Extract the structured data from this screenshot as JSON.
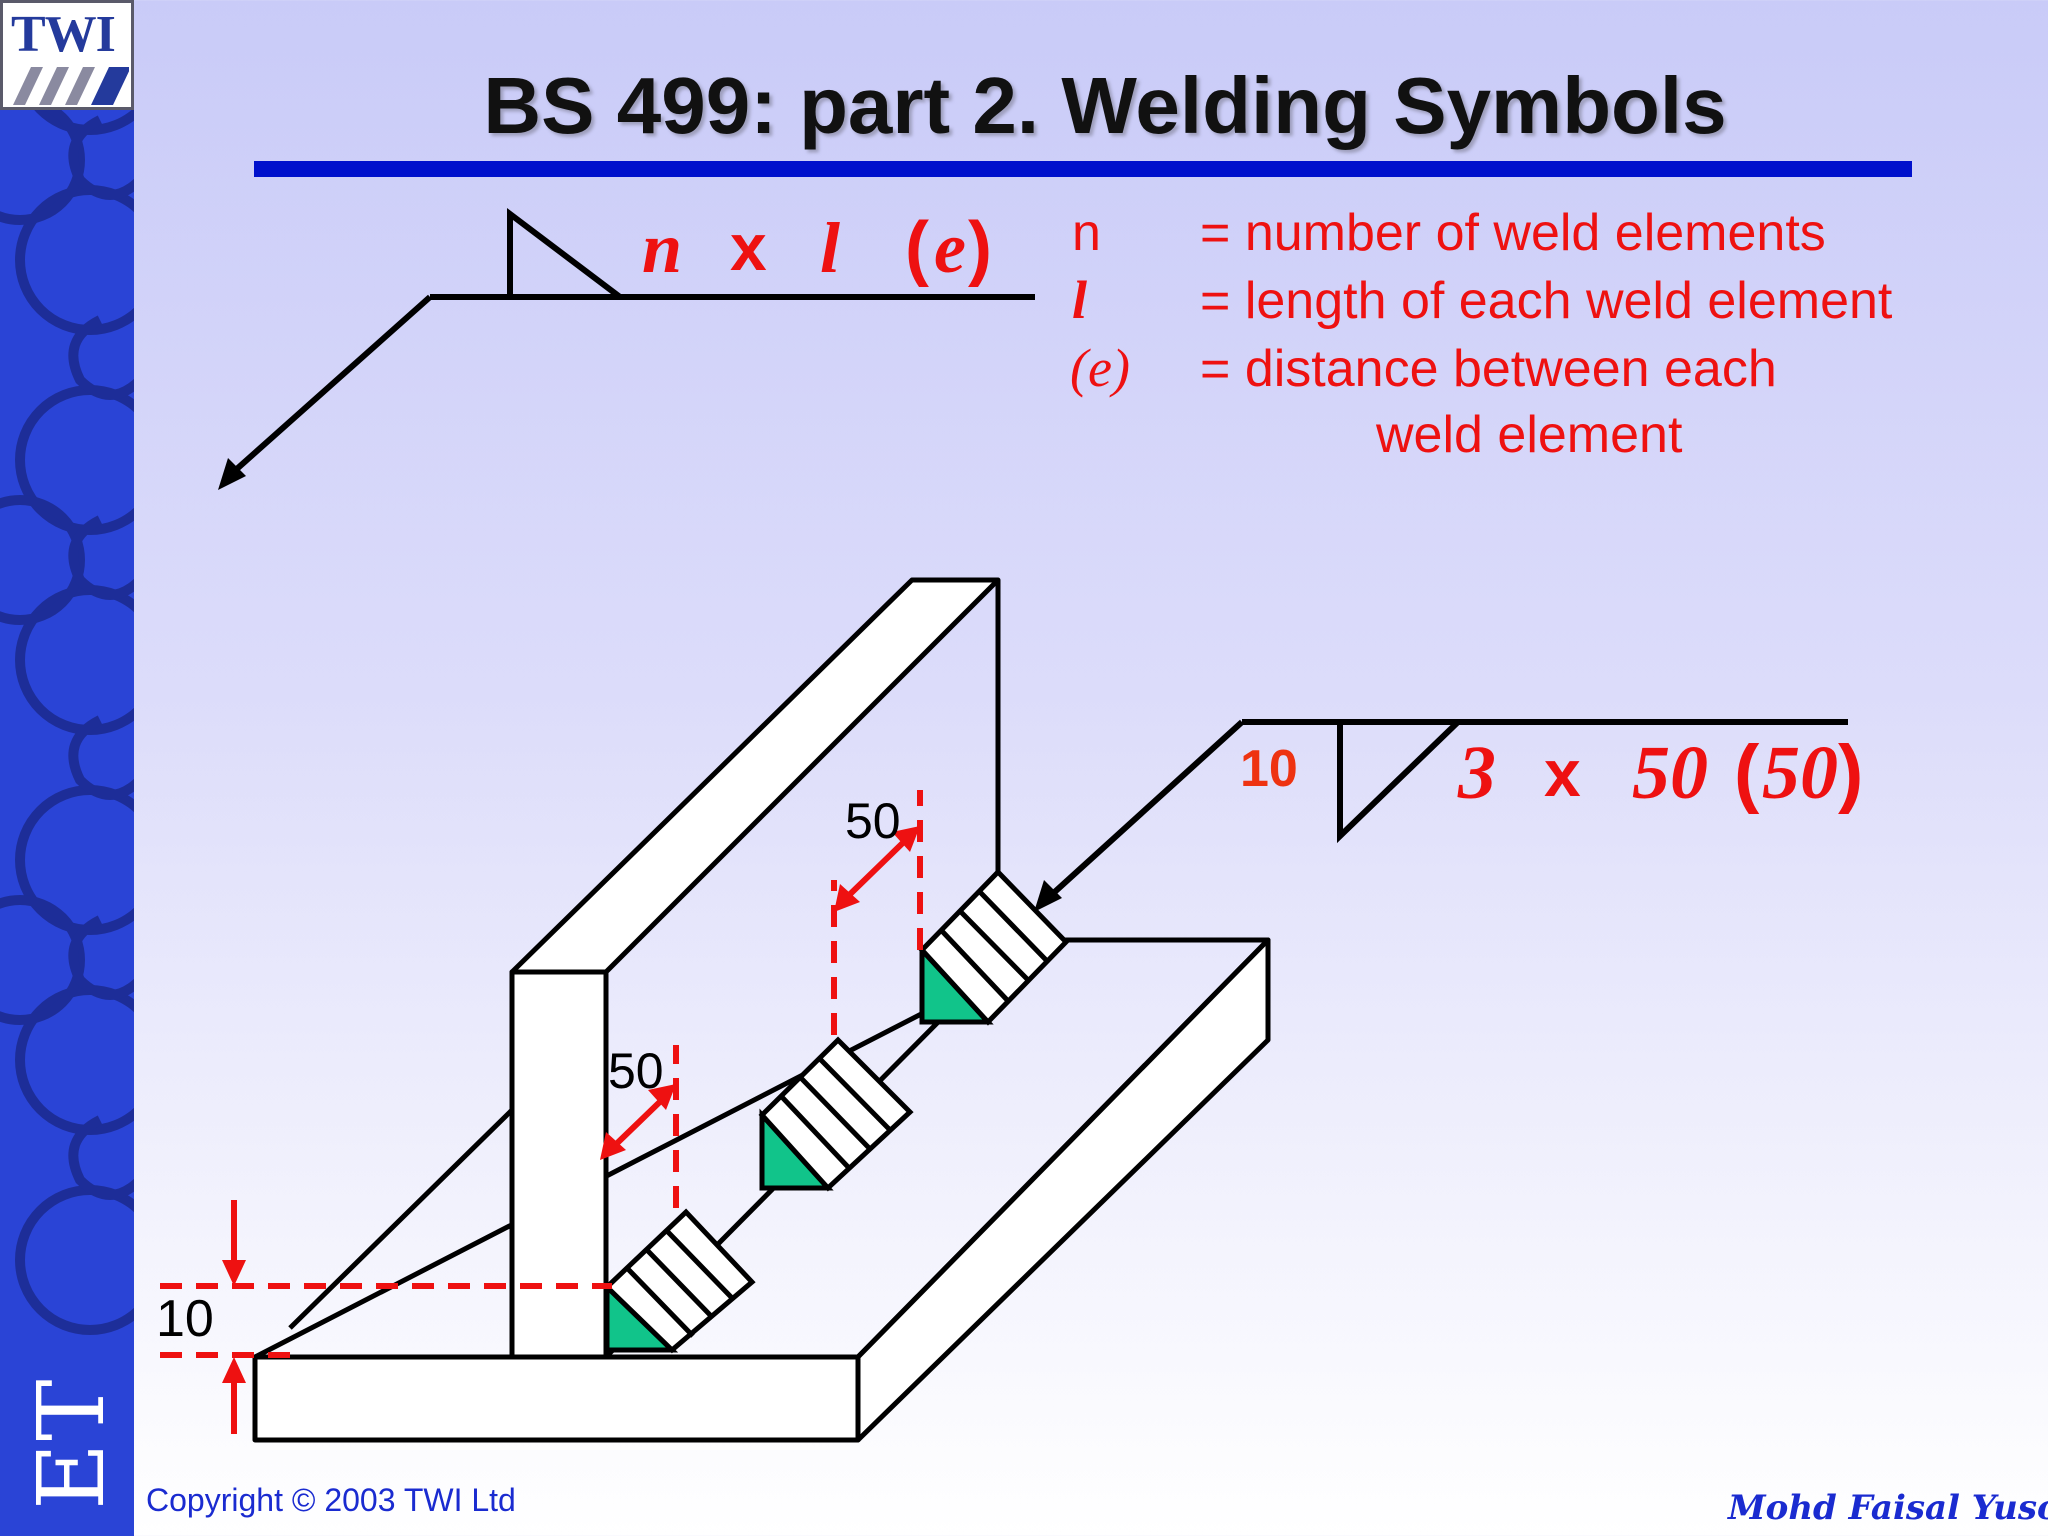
{
  "logo": {
    "text": "TWI"
  },
  "band": {
    "letters": "ET"
  },
  "title": "BS 499: part 2.  Welding Symbols",
  "formula": {
    "n": "n",
    "x": "x",
    "l": "l",
    "e_open": "(",
    "e": "e",
    "e_close": ")"
  },
  "legend": [
    {
      "symbol": "n",
      "definition": "= number of weld elements"
    },
    {
      "symbol": "l",
      "definition": "= length of each weld element"
    },
    {
      "symbol": "(e)",
      "definition": "= distance between each"
    }
  ],
  "legend_continuation": "weld element",
  "example_symbol": {
    "size": "10",
    "count": "3",
    "x": "x",
    "length": "50",
    "gap_open": "(",
    "gap": "50",
    "gap_close": ")"
  },
  "dimensions": {
    "length_label": "50",
    "gap_label": "50",
    "leg_label": "10"
  },
  "colors": {
    "accent_red": "#ee1111",
    "weld_green": "#11c48a",
    "rule_blue": "#0010cc",
    "band_blue": "#2a44d6"
  },
  "copyright": "Copyright © 2003 TWI Ltd",
  "author": "Mohd Faisal Yuso"
}
